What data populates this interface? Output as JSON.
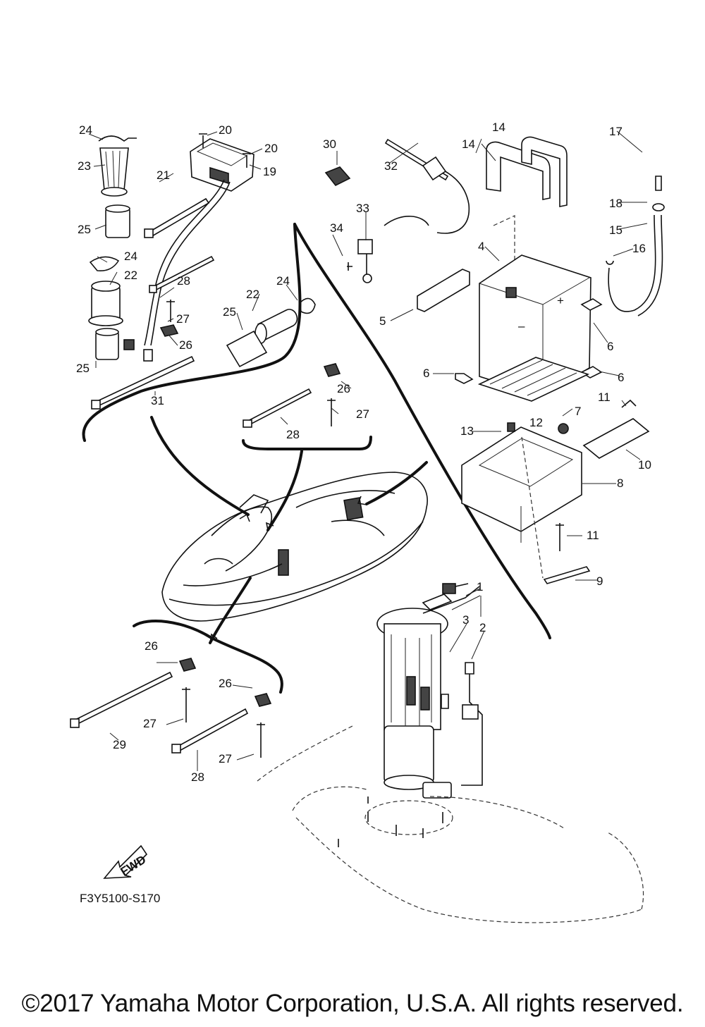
{
  "diagram_code": "F3Y5100-S170",
  "copyright": "©2017 Yamaha Motor Corporation, U.S.A. All rights reserved.",
  "fwd_label": "FWD",
  "callout_numbers": [
    "1",
    "2",
    "3",
    "4",
    "5",
    "6",
    "7",
    "8",
    "9",
    "10",
    "11",
    "12",
    "13",
    "14",
    "15",
    "16",
    "17",
    "18",
    "19",
    "20",
    "21",
    "22",
    "23",
    "24",
    "25",
    "26",
    "27",
    "28",
    "29",
    "30",
    "31",
    "32",
    "33",
    "34"
  ]
}
